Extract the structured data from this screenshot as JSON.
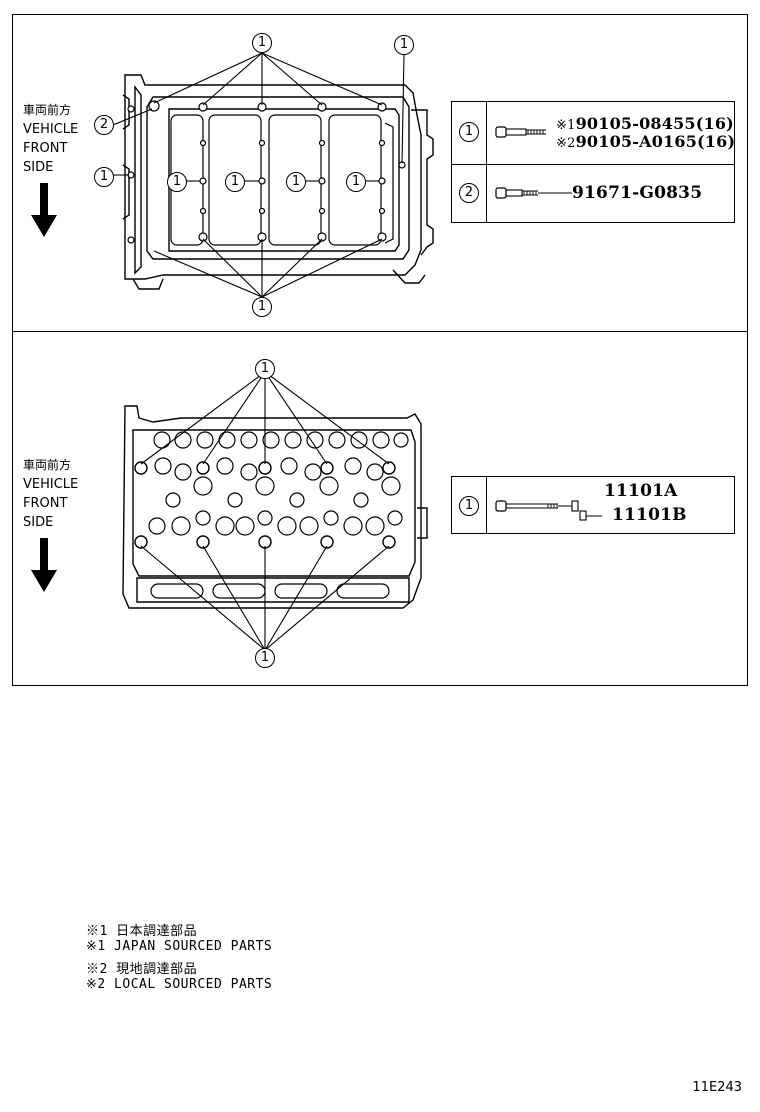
{
  "top_panel": {
    "direction": {
      "jp": "車両前方",
      "line1": "VEHICLE",
      "line2": "FRONT",
      "line3": "SIDE"
    },
    "callouts": {
      "c1": "1",
      "c2": "2"
    },
    "parts": [
      {
        "index": "1",
        "marker1": "※1",
        "part1": "90105-08455(16)",
        "marker2": "※2",
        "part2": "90105-A0165(16)"
      },
      {
        "index": "2",
        "part": "91671-G0835"
      }
    ]
  },
  "bottom_panel": {
    "direction": {
      "jp": "車両前方",
      "line1": "VEHICLE",
      "line2": "FRONT",
      "line3": "SIDE"
    },
    "callout": "1",
    "parts": [
      {
        "index": "1",
        "part_a": "11101A",
        "part_b": "11101B"
      }
    ]
  },
  "notes": [
    "※1 日本調達部品",
    "※1 JAPAN SOURCED PARTS",
    "※2 現地調達部品",
    "※2 LOCAL SOURCED PARTS"
  ],
  "diagram_code": "11E243"
}
